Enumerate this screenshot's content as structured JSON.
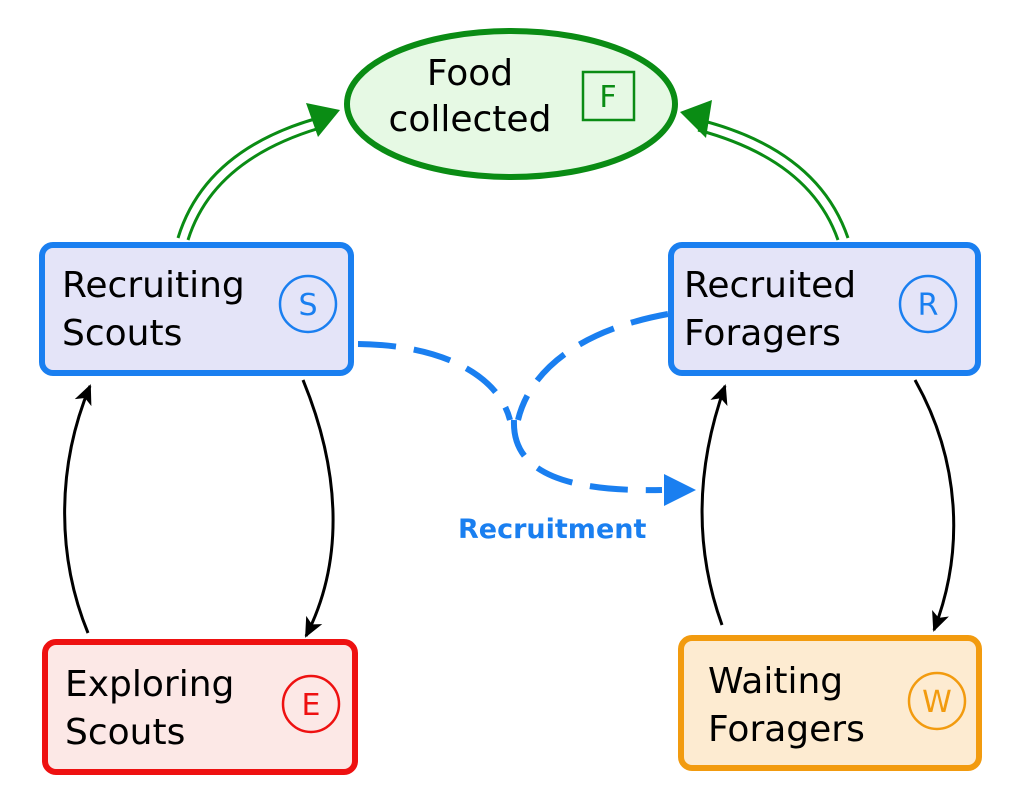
{
  "colors": {
    "food": "#0a8c14",
    "food_fill": "#e6f9e4",
    "recruiting": "#1a7ff0",
    "recruiting_fill": "#e4e4f8",
    "exploring": "#ee1111",
    "exploring_fill": "#fce8e6",
    "waiting": "#f29b0f",
    "waiting_fill": "#fdebd1",
    "recruitment_edge": "#1a7ff0",
    "transition_edge": "#000000"
  },
  "nodes": {
    "food": {
      "line1": "Food",
      "line2": "collected",
      "badge": "F",
      "badge_shape": "square"
    },
    "recruiting_scouts": {
      "line1": "Recruiting",
      "line2": "Scouts",
      "badge": "S",
      "badge_shape": "circle"
    },
    "recruited_foragers": {
      "line1": "Recruited",
      "line2": "Foragers",
      "badge": "R",
      "badge_shape": "circle"
    },
    "exploring_scouts": {
      "line1": "Exploring",
      "line2": "Scouts",
      "badge": "E",
      "badge_shape": "circle"
    },
    "waiting_foragers": {
      "line1": "Waiting",
      "line2": "Foragers",
      "badge": "W",
      "badge_shape": "circle"
    }
  },
  "edges": {
    "recruitment_label": "Recruitment"
  }
}
